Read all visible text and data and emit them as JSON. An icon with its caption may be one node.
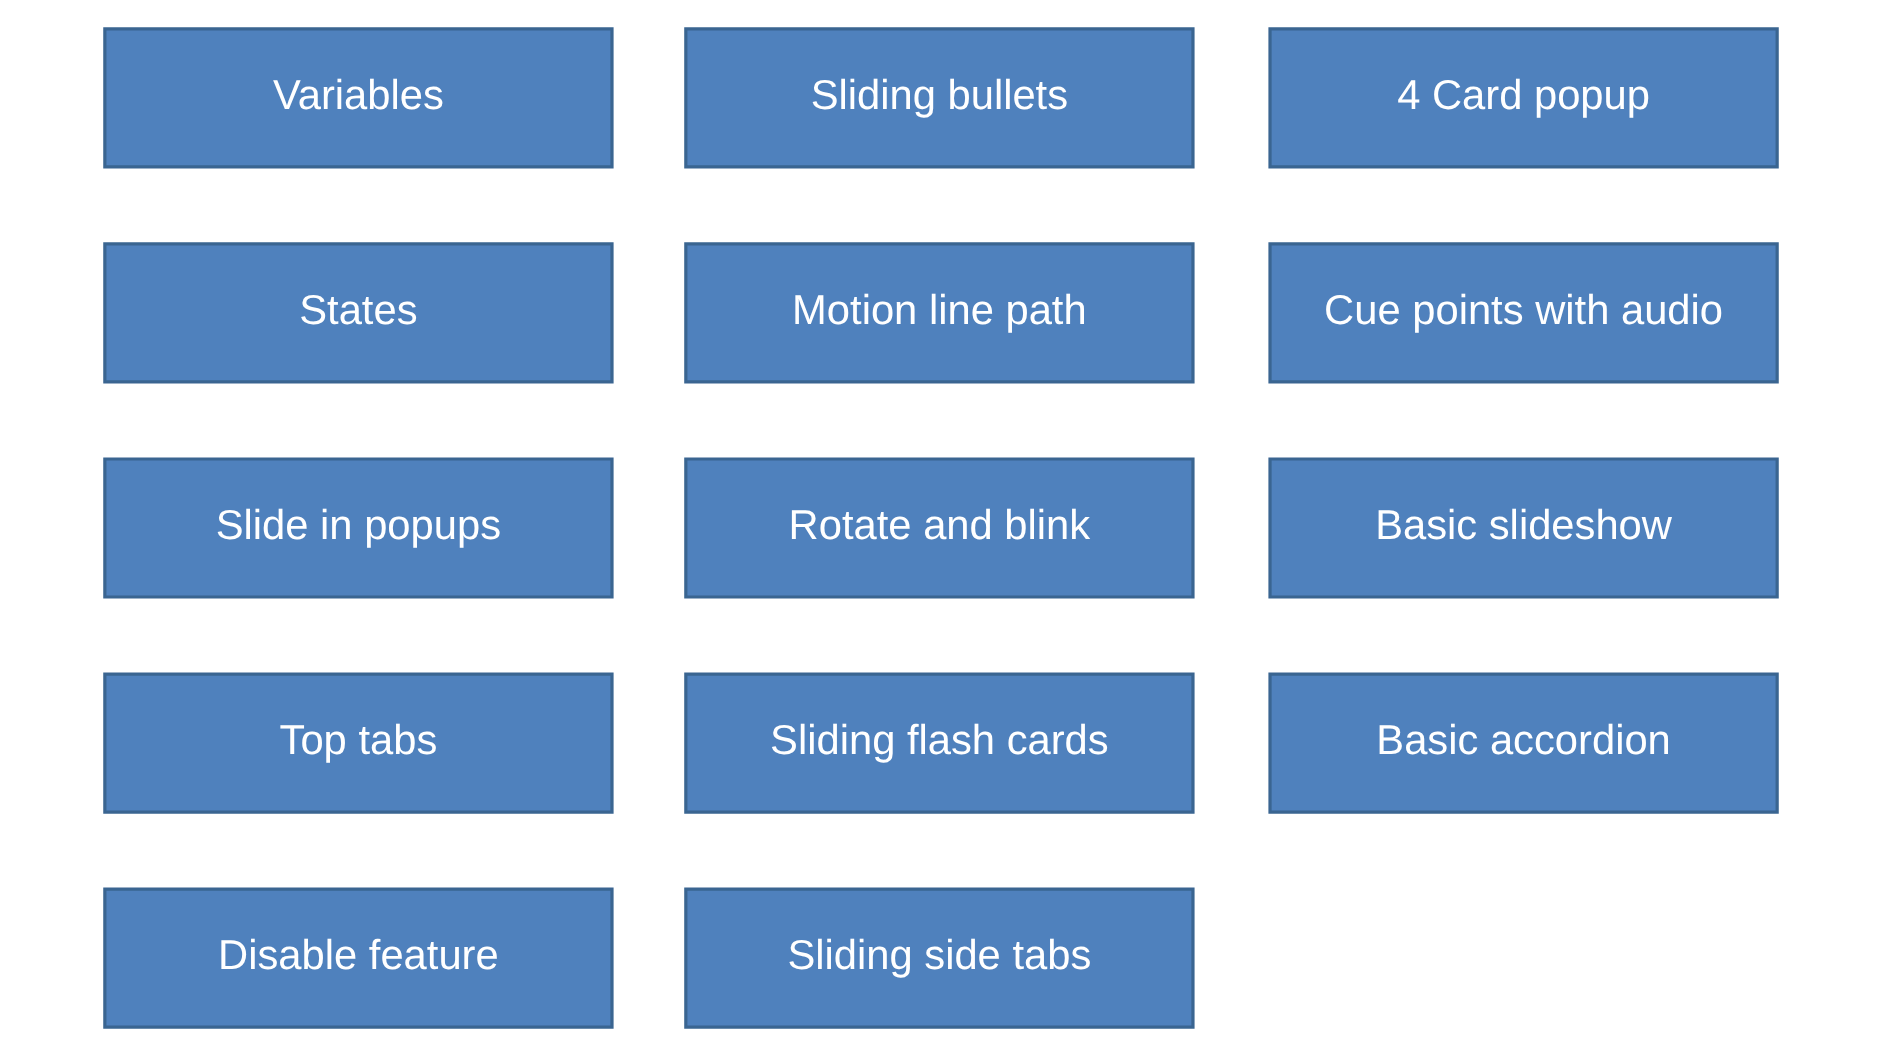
{
  "diagram": {
    "nodes": [
      {
        "text": [
          "Variables"
        ]
      },
      {
        "text": [
          "Sliding bullets"
        ]
      },
      {
        "text": [
          "4 Card popup"
        ]
      },
      {
        "text": [
          "States"
        ]
      },
      {
        "text": [
          "Motion line path"
        ]
      },
      {
        "text": [
          "Cue points with audio"
        ]
      },
      {
        "text": [
          "Slide in popups"
        ]
      },
      {
        "text": [
          "Rotate and blink"
        ]
      },
      {
        "text": [
          "Basic slideshow"
        ]
      },
      {
        "text": [
          "Top tabs"
        ]
      },
      {
        "text": [
          "Sliding flash cards"
        ]
      },
      {
        "text": [
          "Basic accordion"
        ]
      },
      {
        "text": [
          "Disable feature"
        ]
      },
      {
        "text": [
          "Sliding side tabs"
        ]
      }
    ],
    "edges": []
  }
}
